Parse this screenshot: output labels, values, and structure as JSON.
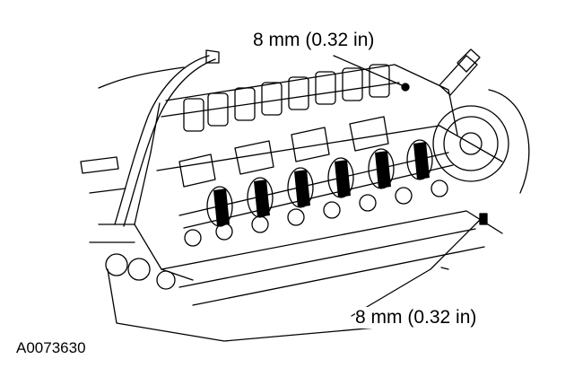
{
  "callouts": {
    "top": "8 mm (0.32 in)",
    "bottom": "8 mm (0.32 in)"
  },
  "figure_id": "A0073630"
}
